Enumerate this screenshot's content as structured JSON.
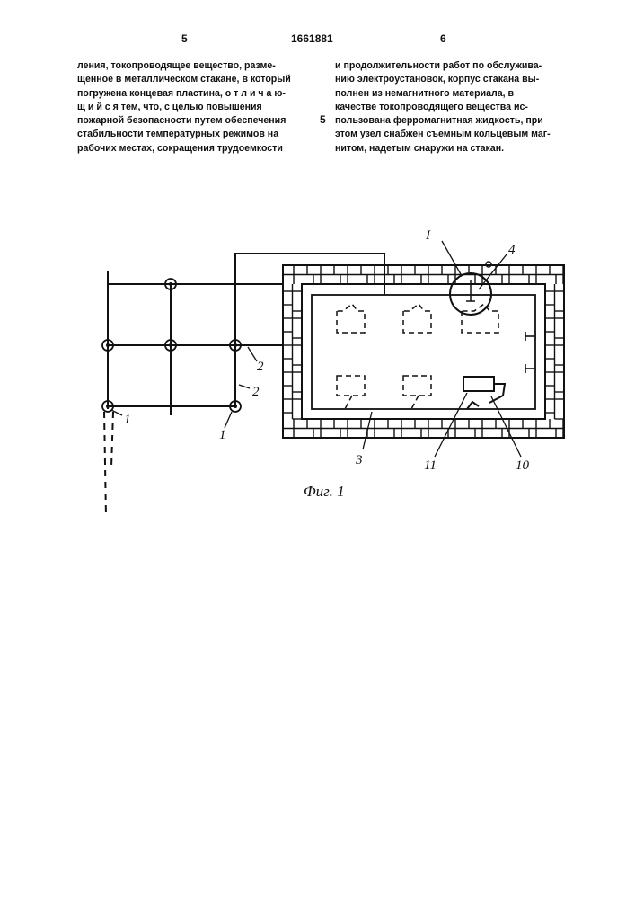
{
  "header": {
    "page_left": "5",
    "patent_number": "1661881",
    "page_right": "6"
  },
  "left_column": [
    "ления, токопроводящее вещество, разме-",
    "щенное в металлическом стакане, в который",
    "погружена концевая пластина, о т л и ч а ю-",
    "щ и й с я   тем, что, с целью повышения",
    "пожарной безопасности путем обеспечения",
    "стабильности температурных режимов на",
    "рабочих местах, сокращения трудоемкости"
  ],
  "margin_number": "5",
  "right_column": [
    "и продолжительности работ по обслужива-",
    "нию электроустановок, корпус стакана вы-",
    "полнен из немагнитного материала, в",
    "качестве токопроводящего вещества ис-",
    "пользована ферромагнитная жидкость, при",
    "этом узел снабжен съемным кольцевым маг-",
    "нитом, надетым снаружи на стакан."
  ],
  "figure": {
    "labels": {
      "node_left": "1",
      "node_right": "1",
      "wire_upper": "2",
      "wire_lower": "2",
      "room_wire": "3",
      "detail_mark": "I",
      "item_4": "4",
      "item_11": "11",
      "item_10": "10"
    },
    "caption": "Фиг. 1"
  }
}
